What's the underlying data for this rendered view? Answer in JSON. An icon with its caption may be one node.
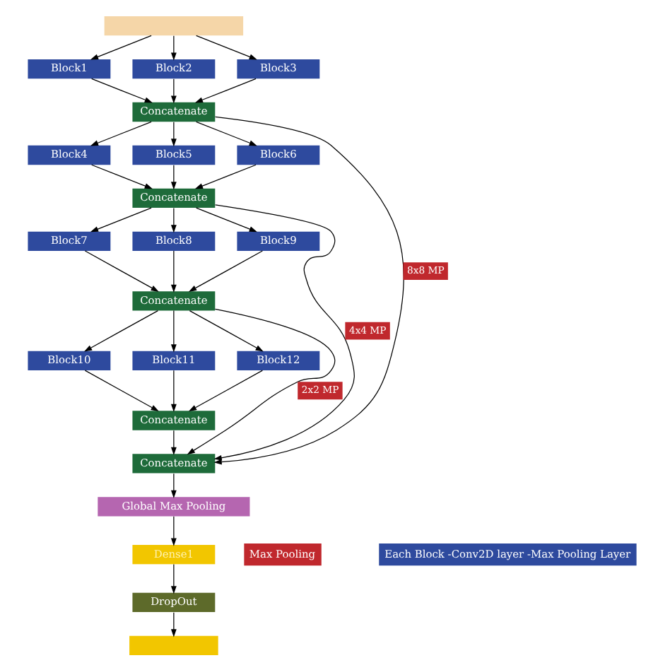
{
  "diagram": {
    "nodes": [
      {
        "text": [],
        "shape": "box"
      },
      {
        "text": [
          "Block1"
        ]
      },
      {
        "text": [
          "Block2"
        ]
      },
      {
        "text": [
          "Block3"
        ]
      },
      {
        "text": [
          "Concatenate"
        ]
      },
      {
        "text": [
          "Block4"
        ]
      },
      {
        "text": [
          "Block5"
        ]
      },
      {
        "text": [
          "Block6"
        ]
      },
      {
        "text": [
          "Concatenate"
        ]
      },
      {
        "text": [
          "Block7"
        ]
      },
      {
        "text": [
          "Block8"
        ]
      },
      {
        "text": [
          "Block9"
        ]
      },
      {
        "text": [
          "Concatenate"
        ]
      },
      {
        "text": [
          "Block10"
        ]
      },
      {
        "text": [
          "Block11"
        ]
      },
      {
        "text": [
          "Block12"
        ]
      },
      {
        "text": [
          "Concatenate"
        ]
      },
      {
        "text": [
          "Concatenate"
        ]
      },
      {
        "text": [
          "Global Max Pooling"
        ]
      },
      {
        "text": [
          "Dense1"
        ]
      },
      {
        "text": [
          "DropOut"
        ]
      },
      {
        "text": [],
        "shape": "box"
      }
    ],
    "edges": [
      {
        "from": 0,
        "to": 1,
        "arrow": "to"
      },
      {
        "from": 0,
        "to": 2,
        "arrow": "to"
      },
      {
        "from": 0,
        "to": 3,
        "arrow": "to"
      },
      {
        "from": 1,
        "to": 4,
        "arrow": "to"
      },
      {
        "from": 2,
        "to": 4,
        "arrow": "to"
      },
      {
        "from": 3,
        "to": 4,
        "arrow": "to"
      },
      {
        "from": 4,
        "to": 5,
        "arrow": "to"
      },
      {
        "from": 4,
        "to": 6,
        "arrow": "to"
      },
      {
        "from": 4,
        "to": 7,
        "arrow": "to"
      },
      {
        "from": 4,
        "to": 17,
        "arrow": "to",
        "label": "8x8 MP"
      },
      {
        "from": 5,
        "to": 8,
        "arrow": "to"
      },
      {
        "from": 6,
        "to": 8,
        "arrow": "to"
      },
      {
        "from": 7,
        "to": 8,
        "arrow": "to"
      },
      {
        "from": 8,
        "to": 9,
        "arrow": "to"
      },
      {
        "from": 8,
        "to": 10,
        "arrow": "to"
      },
      {
        "from": 8,
        "to": 11,
        "arrow": "to"
      },
      {
        "from": 8,
        "to": 17,
        "arrow": "to",
        "label": "4x4 MP"
      },
      {
        "from": 9,
        "to": 12,
        "arrow": "to"
      },
      {
        "from": 10,
        "to": 12,
        "arrow": "to"
      },
      {
        "from": 11,
        "to": 12,
        "arrow": "to"
      },
      {
        "from": 12,
        "to": 13,
        "arrow": "to"
      },
      {
        "from": 12,
        "to": 14,
        "arrow": "to"
      },
      {
        "from": 12,
        "to": 15,
        "arrow": "to"
      },
      {
        "from": 12,
        "to": 17,
        "arrow": "to",
        "label": "2x2 MP"
      },
      {
        "from": 13,
        "to": 16,
        "arrow": "to"
      },
      {
        "from": 14,
        "to": 16,
        "arrow": "to"
      },
      {
        "from": 15,
        "to": 16,
        "arrow": "to"
      },
      {
        "from": 16,
        "to": 17,
        "arrow": "to"
      },
      {
        "from": 17,
        "to": 18,
        "arrow": "to"
      },
      {
        "from": 18,
        "to": 19,
        "arrow": "to"
      },
      {
        "from": 19,
        "to": 20,
        "arrow": "to"
      },
      {
        "from": 20,
        "to": 21,
        "arrow": "to"
      }
    ],
    "legend": [
      {
        "text": "Max Pooling",
        "color": "#c0282d"
      },
      {
        "text": "Each Block -Conv2D layer -Max Pooling Layer",
        "color": "#2e4a9e"
      }
    ]
  }
}
